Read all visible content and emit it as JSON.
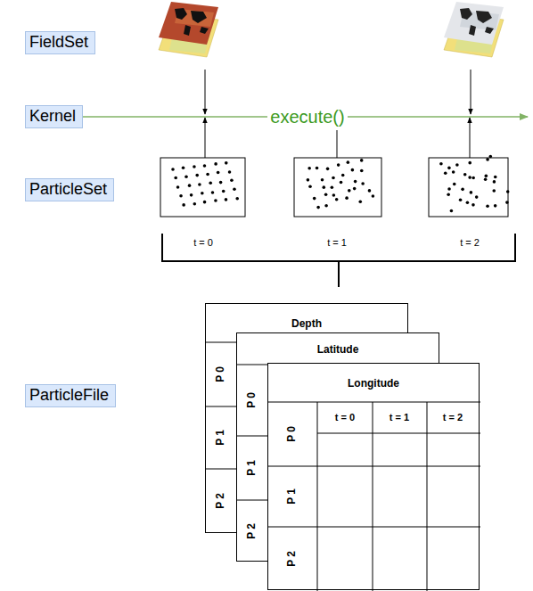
{
  "diagram": {
    "nodes": [
      {
        "text": [
          "FieldSet"
        ]
      },
      {
        "text": [
          "Kernel"
        ]
      },
      {
        "text": [
          "ParticleSet"
        ]
      },
      {
        "text": [
          "ParticleFile"
        ]
      },
      {
        "text": [
          "Depth"
        ]
      },
      {
        "text": [
          "Latitude"
        ]
      },
      {
        "text": [
          "Longitude"
        ]
      }
    ],
    "labels": [
      "execute()",
      "t = 0",
      "t = 1",
      "t = 2",
      "P 0",
      "P 1",
      "P 2",
      "P 0",
      "P 1",
      "P 2",
      "t = 0",
      "t = 1",
      "t = 2",
      "P 0",
      "P 1",
      "P 2"
    ]
  }
}
